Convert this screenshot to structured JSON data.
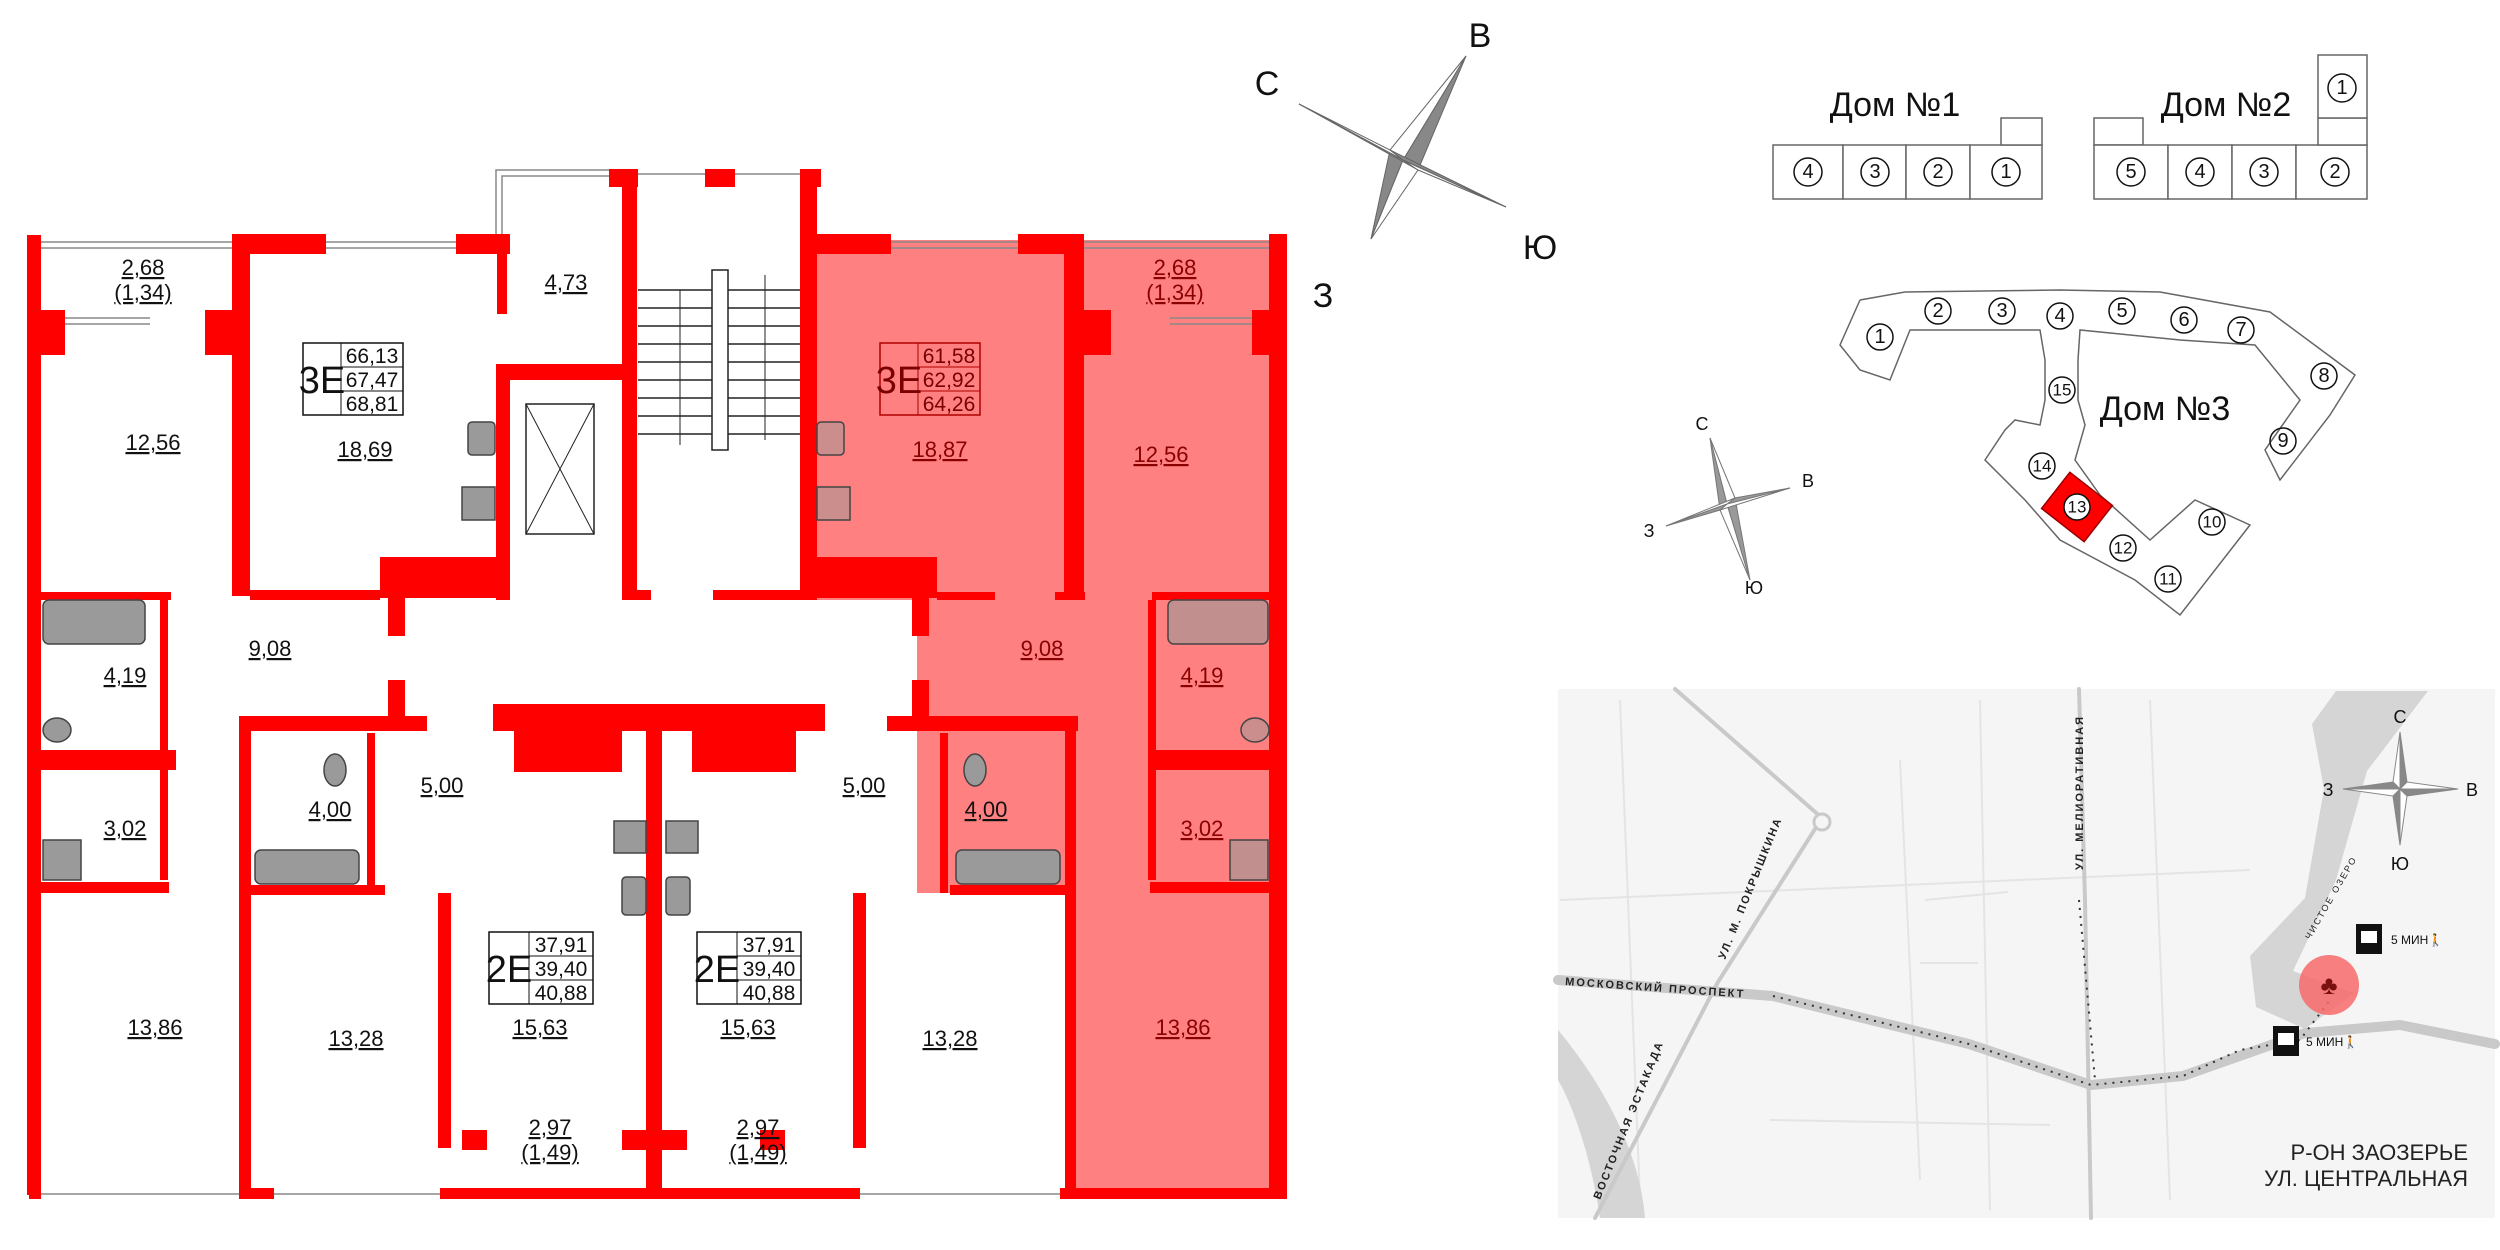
{
  "plan": {
    "rooms": [
      "2,68",
      "(1,34)",
      "4,73",
      "12,56",
      "18,69",
      "18,87",
      "2,68",
      "(1,34)",
      "12,56",
      "9,08",
      "9,08",
      "4,19",
      "4,19",
      "3,02",
      "3,02",
      "5,00",
      "5,00",
      "4,00",
      "4,00",
      "15,63",
      "15,63",
      "13,86",
      "13,86",
      "13,28",
      "13,28",
      "2,97",
      "(1,49)",
      "2,97",
      "(1,49)"
    ],
    "apartments": [
      {
        "type": "3Е",
        "areas": [
          "66,13",
          "67,47",
          "68,81"
        ],
        "highlighted": false
      },
      {
        "type": "3Е",
        "areas": [
          "61,58",
          "62,92",
          "64,26"
        ],
        "highlighted": true
      },
      {
        "type": "2Е",
        "areas": [
          "37,91",
          "39,40",
          "40,88"
        ],
        "highlighted": false
      },
      {
        "type": "2Е",
        "areas": [
          "37,91",
          "39,40",
          "40,88"
        ],
        "highlighted": false
      }
    ],
    "colors": {
      "wall": "#ff0000",
      "highlight": "#ff8080"
    }
  },
  "compass": {
    "north": "С",
    "east": "В",
    "south": "Ю",
    "west": "З"
  },
  "site_plan": {
    "houses": [
      {
        "title": "Дом №1",
        "sections": [
          "4",
          "3",
          "2",
          "1"
        ]
      },
      {
        "title": "Дом №2",
        "sections": [
          "5",
          "4",
          "3",
          "2",
          "1"
        ]
      },
      {
        "title": "Дом №3",
        "sections": [
          "1",
          "2",
          "3",
          "4",
          "5",
          "6",
          "7",
          "8",
          "9",
          "10",
          "11",
          "12",
          "13",
          "14",
          "15"
        ]
      }
    ],
    "selected_section": "13",
    "compass": {
      "north": "С",
      "east": "В",
      "south": "Ю",
      "west": "З"
    }
  },
  "map": {
    "roads": [
      "МОСКОВСКИЙ ПРОСПЕКТ",
      "УЛ. МЕЛИОРАТИВНАЯ",
      "УЛ. М. ПОКРЫШКИНА",
      "ВОСТОЧНАЯ ЭСТАКАДА",
      "ЧИСТОЕ ОЗЕРО"
    ],
    "transit": [
      {
        "icon": "bus-icon",
        "time": "5 МИН"
      },
      {
        "icon": "bus-icon",
        "time": "5 МИН"
      }
    ],
    "location_line1": "Р-ОН ЗАОЗЕРЬЕ",
    "location_line2": "УЛ. ЦЕНТРАЛЬНАЯ",
    "compass": {
      "north": "С",
      "east": "В",
      "south": "Ю",
      "west": "З"
    }
  }
}
